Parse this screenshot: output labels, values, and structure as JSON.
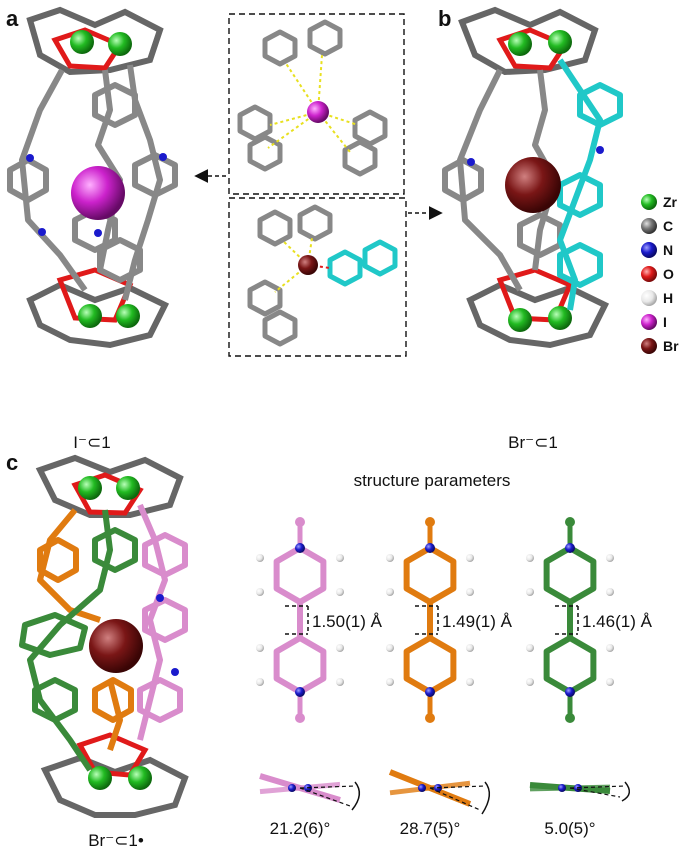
{
  "panels": {
    "a": {
      "label": "a",
      "caption": "I⁻⊂1"
    },
    "b": {
      "label": "b",
      "caption": "Br⁻⊂1"
    },
    "c": {
      "label": "c",
      "caption": "Br⁻⊂1•"
    }
  },
  "structure_title": "structure parameters",
  "bond_lengths": [
    "1.50(1) Å",
    "1.49(1) Å",
    "1.46(1) Å"
  ],
  "torsion_angles": [
    "21.2(6)°",
    "28.7(5)°",
    "5.0(5)°"
  ],
  "legend": [
    {
      "symbol": "Zr",
      "color": "#22bb22"
    },
    {
      "symbol": "C",
      "color": "#777777"
    },
    {
      "symbol": "N",
      "color": "#1a1acc"
    },
    {
      "symbol": "O",
      "color": "#e01a1a"
    },
    {
      "symbol": "H",
      "color": "#e8e8e8"
    },
    {
      "symbol": "I",
      "color": "#cc22cc"
    },
    {
      "symbol": "Br",
      "color": "#7a1616"
    }
  ],
  "colors": {
    "carbon": "#7a7a7a",
    "zirconium": "#22bb22",
    "oxygen": "#e01a1a",
    "nitrogen": "#1a1acc",
    "hydrogen": "#dddddd",
    "iodide": "#cc22cc",
    "bromide": "#7a1616",
    "cyan": "#20c8c8",
    "pink": "#d98ccc",
    "orange": "#e07b10",
    "green": "#3a8a3a"
  }
}
